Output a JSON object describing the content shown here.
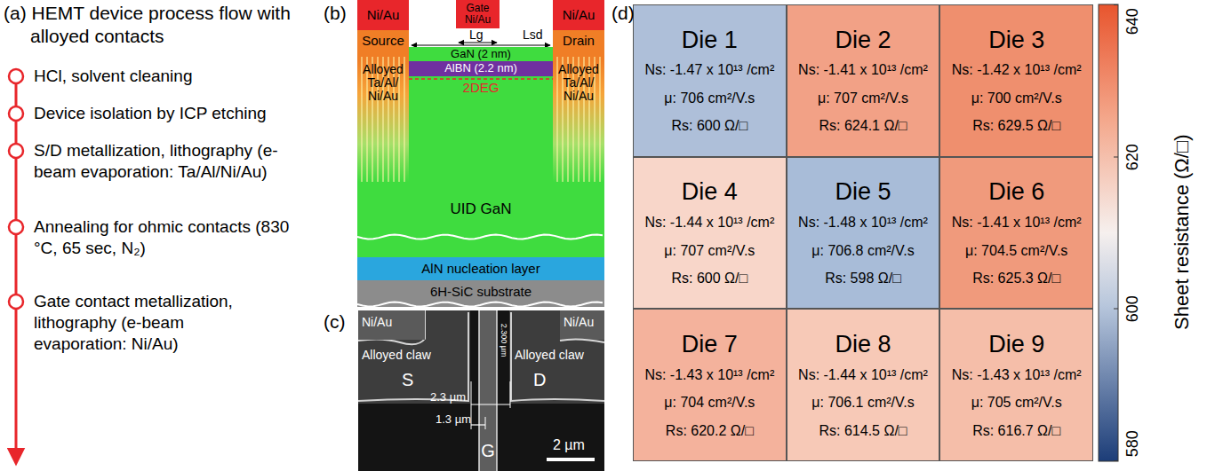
{
  "diagram": {
    "nodes": [
      {
        "text": [
          "Ni/Au"
        ]
      },
      {
        "text": [
          "Gate Ni/Au"
        ]
      },
      {
        "text": [
          "Ni/Au"
        ]
      },
      {
        "text": [
          "Source",
          "Alloyed Ta/Al/ Ni/Au"
        ]
      },
      {
        "text": [
          "GaN (2 nm)"
        ]
      },
      {
        "text": [
          "Drain",
          "Alloyed Ta/Al/ Ni/Au"
        ]
      },
      {
        "text": [
          "AlBN (2.2 nm)"
        ]
      },
      {
        "text": [
          "UID GaN"
        ]
      },
      {
        "text": [
          "AlN nucleation layer"
        ]
      },
      {
        "text": [
          "6H-SiC substrate"
        ]
      },
      {
        "text": [
          "Die 1",
          "Ns: -1.47 x 10¹³ /cm²",
          "μ: 706 cm²/V.s",
          "Rs: 600 Ω/□"
        ]
      },
      {
        "text": [
          "Die 2",
          "Ns: -1.41 x 10¹³ /cm²",
          "μ: 707 cm²/V.s",
          "Rs: 624.1 Ω/□"
        ]
      },
      {
        "text": [
          "Die 3",
          "Ns: -1.42 x 10¹³ /cm²",
          "μ: 700 cm²/V.s",
          "Rs: 629.5 Ω/□"
        ]
      },
      {
        "text": [
          "Die 4",
          "Ns: -1.44 x 10¹³ /cm²",
          "μ: 707 cm²/V.s",
          "Rs: 600 Ω/□"
        ]
      },
      {
        "text": [
          "Die 5",
          "Ns: -1.48 x 10¹³ /cm²",
          "μ: 706.8 cm²/V.s",
          "Rs: 598 Ω/□"
        ]
      },
      {
        "text": [
          "Die 6",
          "Ns: -1.41 x 10¹³ /cm²",
          "μ: 704.5 cm²/V.s",
          "Rs: 625.3 Ω/□"
        ]
      },
      {
        "text": [
          "Die 7",
          "Ns: -1.43 x 10¹³ /cm²",
          "μ: 704 cm²/V.s",
          "Rs: 620.2 Ω/□"
        ]
      },
      {
        "text": [
          "Die 8",
          "Ns: -1.44 x 10¹³ /cm²",
          "μ: 706.1 cm²/V.s",
          "Rs: 614.5 Ω/□"
        ]
      },
      {
        "text": [
          "Die 9",
          "Ns: -1.43 x 10¹³ /cm²",
          "μ: 705 cm²/V.s",
          "Rs: 616.7 Ω/□"
        ]
      }
    ],
    "labels": [
      "(a) HEMT device process flow with alloyed contacts",
      "HCl, solvent cleaning",
      "Device isolation by ICP etching",
      "S/D metallization, lithography (e-beam evaporation: Ta/Al/Ni/Au)",
      "Annealing for ohmic contacts (830 °C, 65 sec, N₂)",
      "Gate contact metallization, lithography (e-beam evaporation: Ni/Au)",
      "(b)",
      "Lg",
      "Lsd",
      "2DEG",
      "(c)",
      "Ni/Au",
      "Ni/Au",
      "Alloyed claw",
      "Alloyed claw",
      "S",
      "D",
      "G",
      "2.3 µm",
      "1.3 µm",
      "2 µm",
      "2.300 µm",
      "(d)",
      "640",
      "620",
      "600",
      "580",
      "Sheet resistance (Ω/□)"
    ]
  }
}
